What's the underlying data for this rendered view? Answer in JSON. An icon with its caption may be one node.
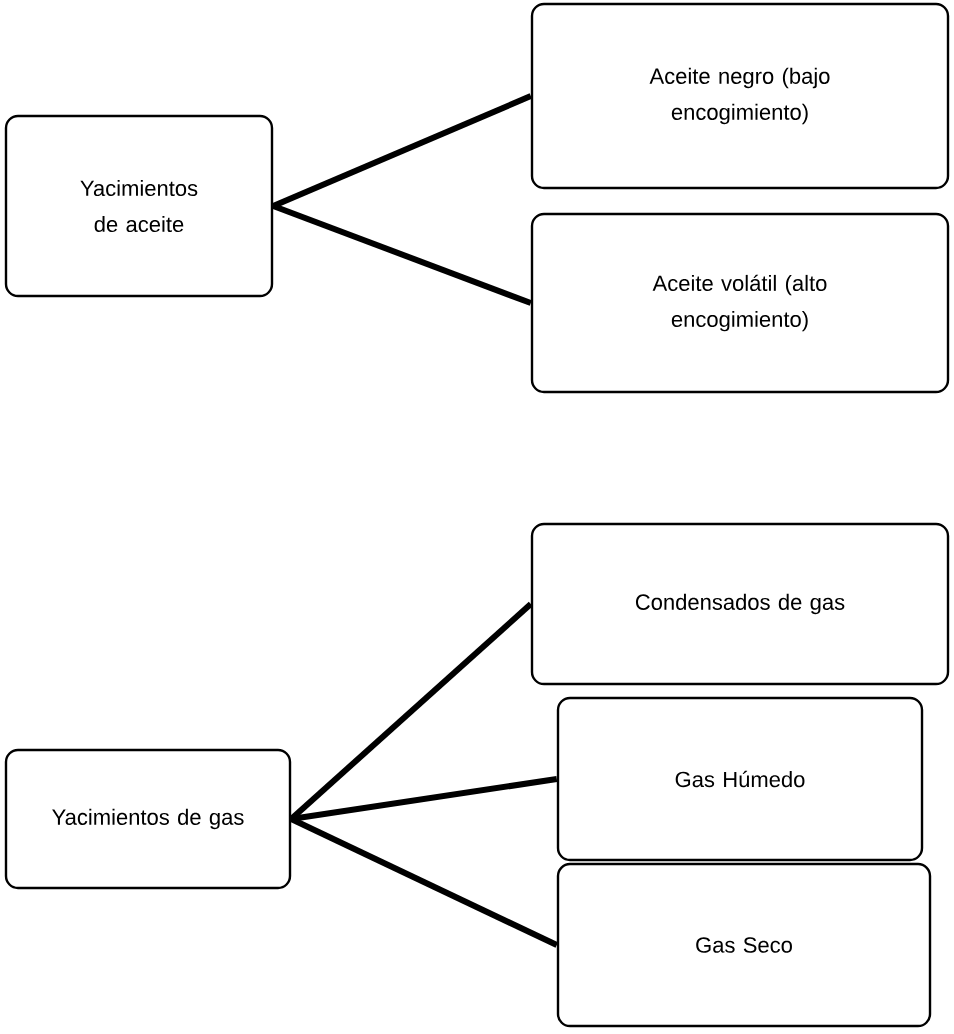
{
  "diagram": {
    "nodes": [
      {
        "text": [
          "Yacimientos de aceite"
        ]
      },
      {
        "text": [
          "Aceite negro (bajo encogimiento)"
        ]
      },
      {
        "text": [
          "Aceite volátil (alto encogimiento)"
        ]
      },
      {
        "text": [
          "Yacimientos de gas"
        ]
      },
      {
        "text": [
          "Condensados de gas"
        ]
      },
      {
        "text": [
          "Gas Húmedo"
        ]
      },
      {
        "text": [
          "Gas Seco"
        ]
      }
    ],
    "edges": [
      {
        "from": 0,
        "to": 1,
        "arrow": "none"
      },
      {
        "from": 0,
        "to": 2,
        "arrow": "none"
      },
      {
        "from": 3,
        "to": 4,
        "arrow": "none"
      },
      {
        "from": 3,
        "to": 5,
        "arrow": "none"
      },
      {
        "from": 3,
        "to": 6,
        "arrow": "none"
      }
    ]
  }
}
